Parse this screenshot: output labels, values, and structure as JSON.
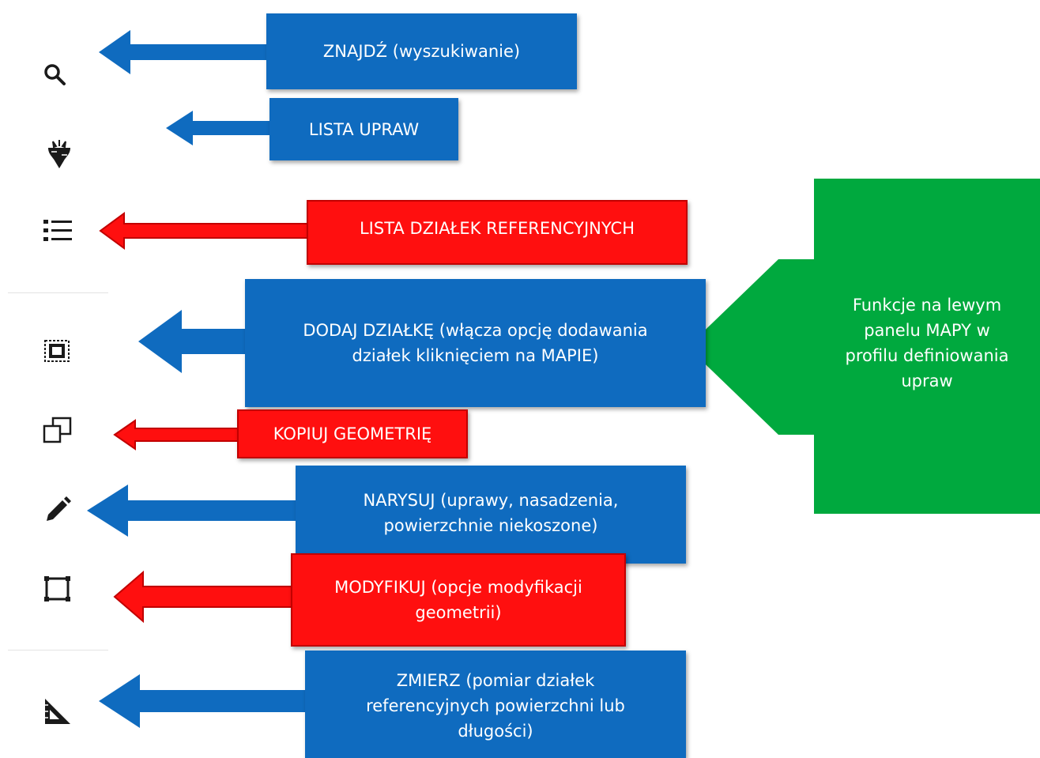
{
  "colors": {
    "blue": "#0f6bbf",
    "red": "#ff0f0f",
    "green": "#00a93e",
    "icon": "#1a1a1a"
  },
  "toolbar": {
    "icons": [
      {
        "name": "search-icon"
      },
      {
        "name": "beet-crop-icon"
      },
      {
        "name": "list-icon"
      },
      {
        "name": "add-parcel-icon"
      },
      {
        "name": "copy-geometry-icon"
      },
      {
        "name": "pencil-icon"
      },
      {
        "name": "modify-icon"
      },
      {
        "name": "ruler-triangle-icon"
      }
    ]
  },
  "callouts": {
    "znajdz": "ZNAJDŹ (wyszukiwanie)",
    "lista_upraw": "LISTA UPRAW",
    "lista_dzialek": "LISTA DZIAŁEK REFERENCYJNYCH",
    "dodaj_dzialke": "DODAJ DZIAŁKĘ (włącza opcję dodawania\ndziałek kliknięciem na MAPIE)",
    "kopiuj": "KOPIUJ GEOMETRIĘ",
    "narysuj": "NARYSUJ (uprawy, nasadzenia,\npowierzchnie niekoszone)",
    "modyfikuj": "MODYFIKUJ (opcje modyfikacji\ngeometrii)",
    "zmierz": "ZMIERZ (pomiar działek\nreferencyjnych powierzchni lub\ndługości)"
  },
  "info": {
    "text": "Funkcje na lewym\npanelu MAPY w\nprofilu definiowania\nupraw"
  }
}
